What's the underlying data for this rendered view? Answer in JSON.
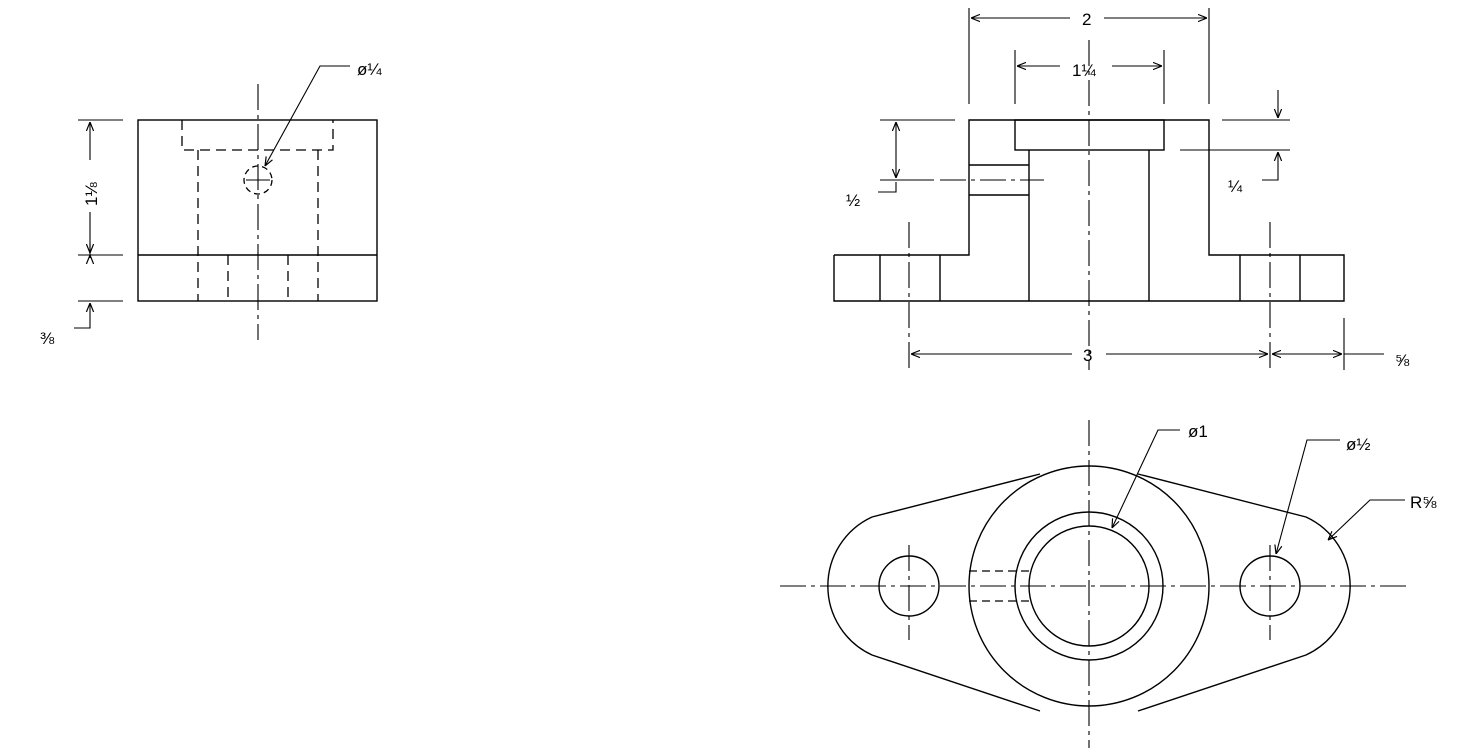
{
  "drawing": {
    "views": [
      "side-view",
      "front-view",
      "top-view"
    ],
    "dimensions": {
      "side_height_main": "1⅛",
      "side_base_height": "⅜",
      "side_hole_dia": "ø¼",
      "front_top_width": "2",
      "front_boss_width": "1¼",
      "front_hole_height": "½",
      "front_counterbore_depth": "¼",
      "front_hole_spacing": "3",
      "front_flange_end": "⅝",
      "top_bore_dia": "ø1",
      "top_hole_dia": "ø½",
      "top_flange_radius": "R⅝"
    }
  }
}
